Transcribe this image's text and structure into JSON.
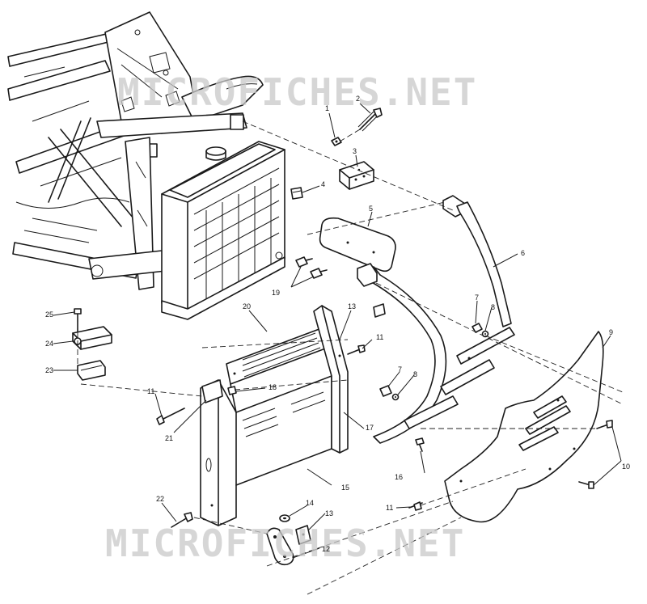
{
  "watermark": {
    "top": "MICROFICHES.NET",
    "bottom": "MICROFICHES.NET"
  },
  "callouts": [
    {
      "id": "c1",
      "text": "1"
    },
    {
      "id": "c2",
      "text": "2"
    },
    {
      "id": "c3",
      "text": "3"
    },
    {
      "id": "c4",
      "text": "4"
    },
    {
      "id": "c5",
      "text": "5"
    },
    {
      "id": "c6",
      "text": "6"
    },
    {
      "id": "c7a",
      "text": "7"
    },
    {
      "id": "c8a",
      "text": "8"
    },
    {
      "id": "c7b",
      "text": "7"
    },
    {
      "id": "c8b",
      "text": "8"
    },
    {
      "id": "c9",
      "text": "9"
    },
    {
      "id": "c10",
      "text": "10"
    },
    {
      "id": "c11a",
      "text": "11"
    },
    {
      "id": "c11b",
      "text": "11"
    },
    {
      "id": "c11c",
      "text": "11"
    },
    {
      "id": "c12",
      "text": "12"
    },
    {
      "id": "c13a",
      "text": "13"
    },
    {
      "id": "c13b",
      "text": "13"
    },
    {
      "id": "c14",
      "text": "14"
    },
    {
      "id": "c15",
      "text": "15"
    },
    {
      "id": "c16",
      "text": "16"
    },
    {
      "id": "c17",
      "text": "17"
    },
    {
      "id": "c18",
      "text": "18"
    },
    {
      "id": "c19",
      "text": "19"
    },
    {
      "id": "c20",
      "text": "20"
    },
    {
      "id": "c21",
      "text": "21"
    },
    {
      "id": "c22",
      "text": "22"
    },
    {
      "id": "c23",
      "text": "23"
    },
    {
      "id": "c24",
      "text": "24"
    },
    {
      "id": "c25",
      "text": "25"
    }
  ]
}
